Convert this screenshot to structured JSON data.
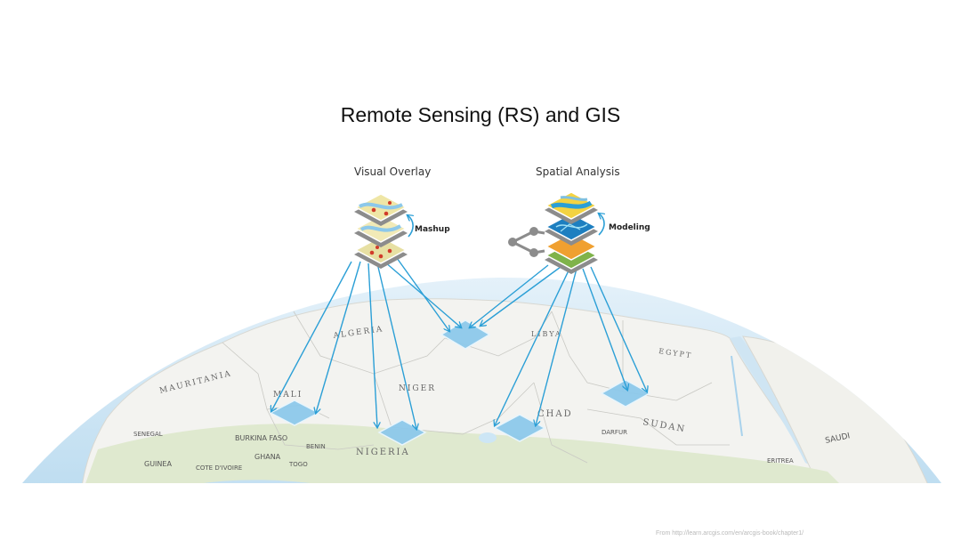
{
  "slide": {
    "title": "Remote Sensing (RS) and GIS",
    "credit": "From http://learn.arcgis.com/en/arcgis-book/chapter1/"
  },
  "groups": [
    {
      "heading": "Visual Overlay",
      "annotation": "Mashup",
      "annotation_icon": "curved-arrow-icon"
    },
    {
      "heading": "Spatial Analysis",
      "annotation": "Modeling",
      "annotation_icon": "curved-arrow-icon",
      "extra_icon": "network-nodes-icon"
    }
  ],
  "map": {
    "country_labels": [
      "MAURITANIA",
      "MALI",
      "ALGERIA",
      "NIGER",
      "LIBYA",
      "EGYPT",
      "CHAD",
      "SUDAN",
      "NIGERIA",
      "BURKINA FASO",
      "GHANA",
      "TOGO",
      "BENIN",
      "GUINEA",
      "COTE D'IVOIRE",
      "DARFUR",
      "SENEGAL",
      "ERITREA",
      "SAUDI"
    ],
    "colors": {
      "ocean": "#cde6f5",
      "land": "#f2f2ef",
      "green": "#dde8cc",
      "arrow": "#2b9fd6",
      "tile": "#8cc8ea"
    }
  }
}
